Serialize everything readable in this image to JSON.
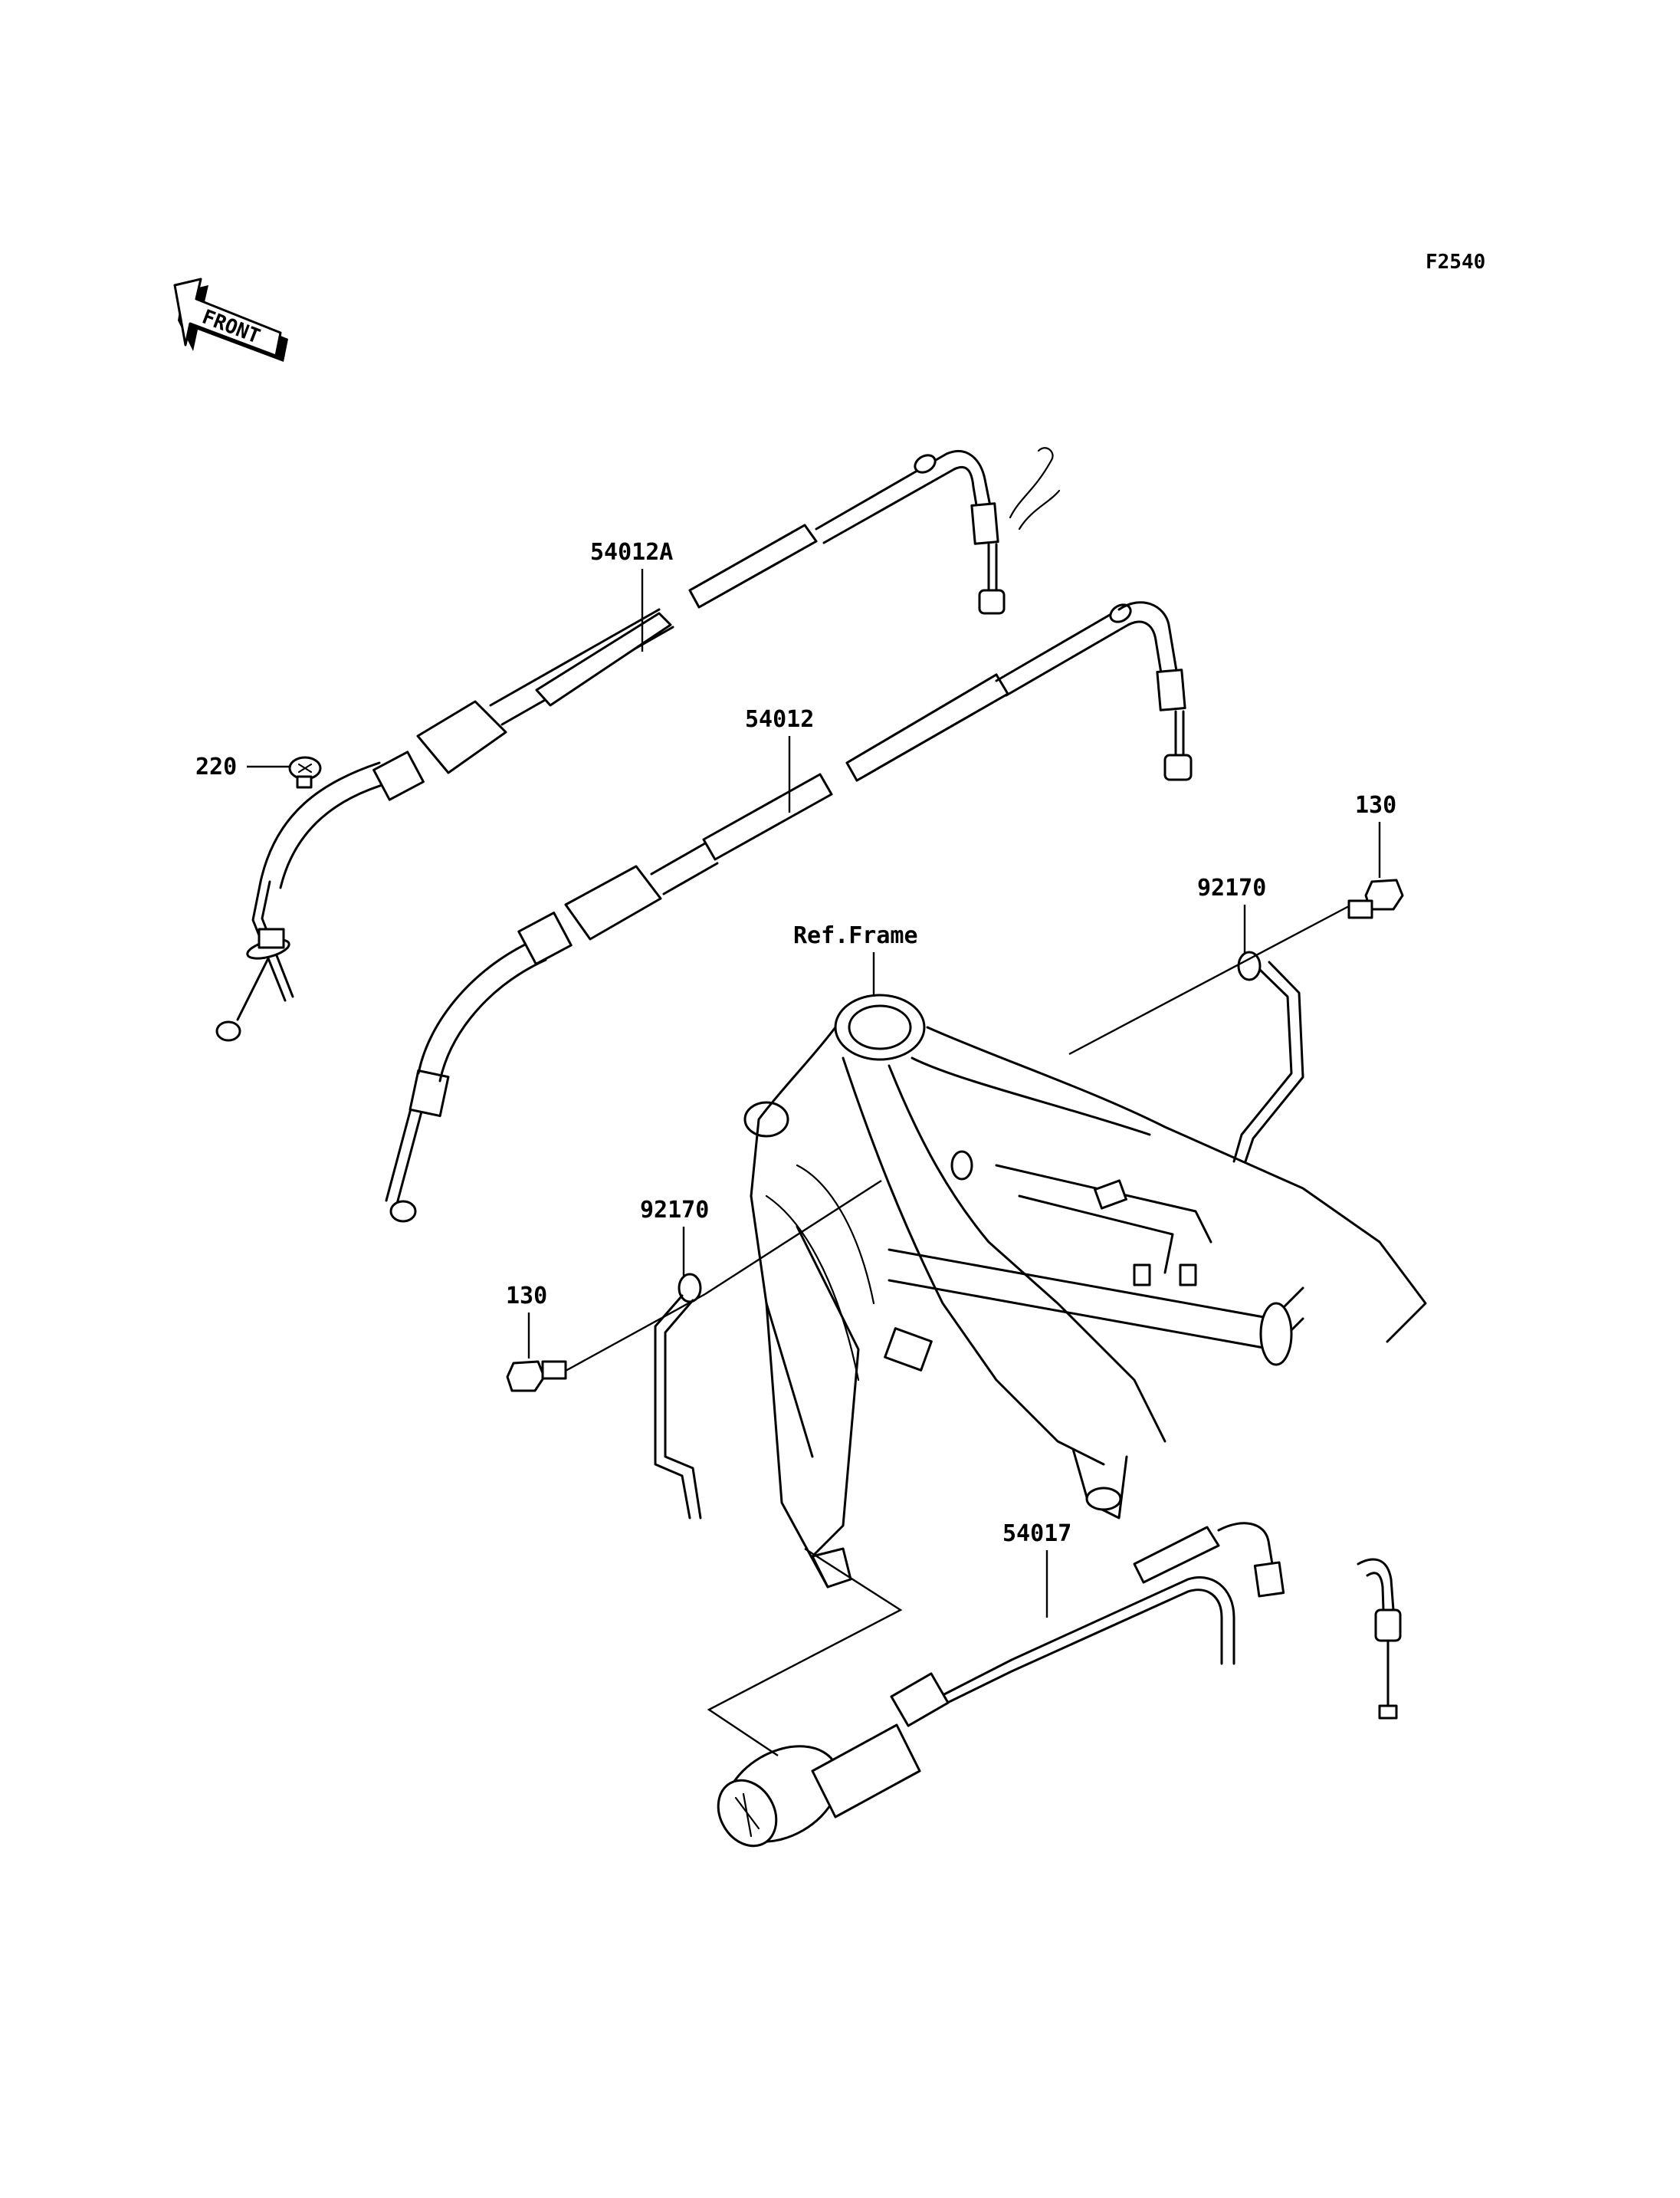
{
  "figure_code": "F2540",
  "front_arrow_label": "FRONT",
  "ref_label": "Ref.Frame",
  "parts": {
    "throttle_cable_a": "54012A",
    "throttle_cable": "54012",
    "screw_220": "220",
    "bolt_130_right": "130",
    "clamp_92170_right": "92170",
    "clamp_92170_left": "92170",
    "bolt_130_left": "130",
    "choke_cable": "54017"
  }
}
